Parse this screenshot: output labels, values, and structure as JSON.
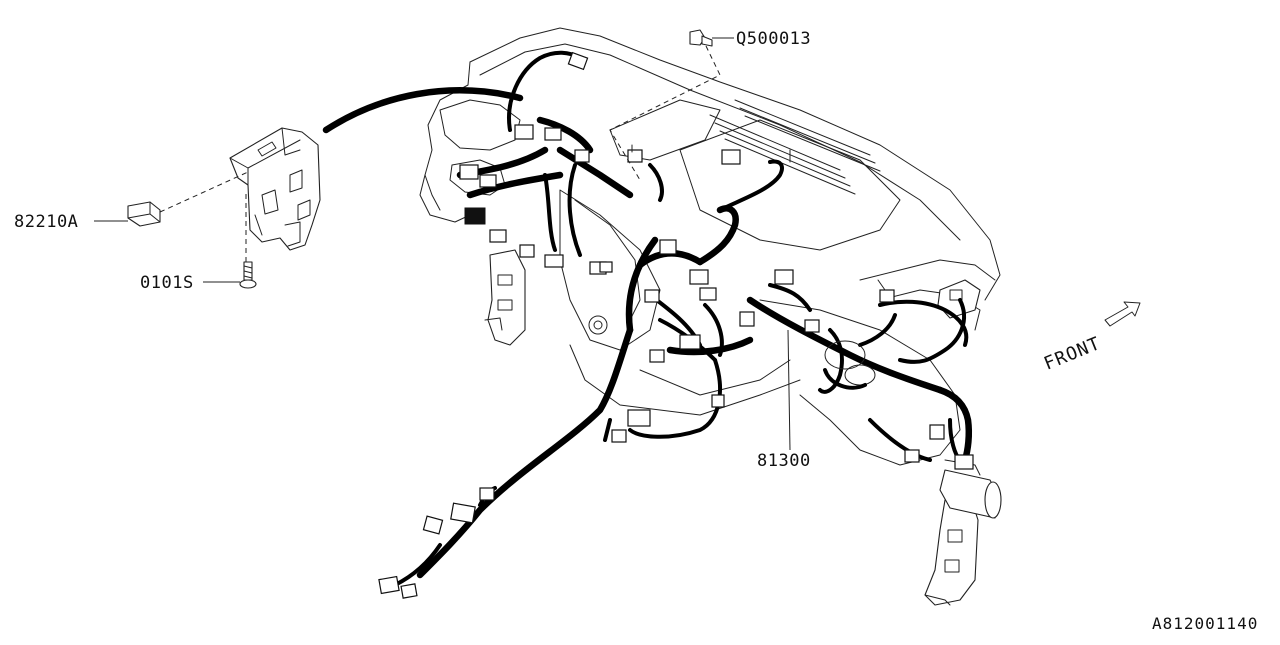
{
  "callouts": {
    "q500013": "Q500013",
    "p82210a": "82210A",
    "p0101s": "0101S",
    "p81300": "81300"
  },
  "front_label": "FRONT",
  "diagram_id": "A812001140",
  "colors": {
    "line": "#222222",
    "harness": "#000000",
    "background": "#ffffff"
  }
}
